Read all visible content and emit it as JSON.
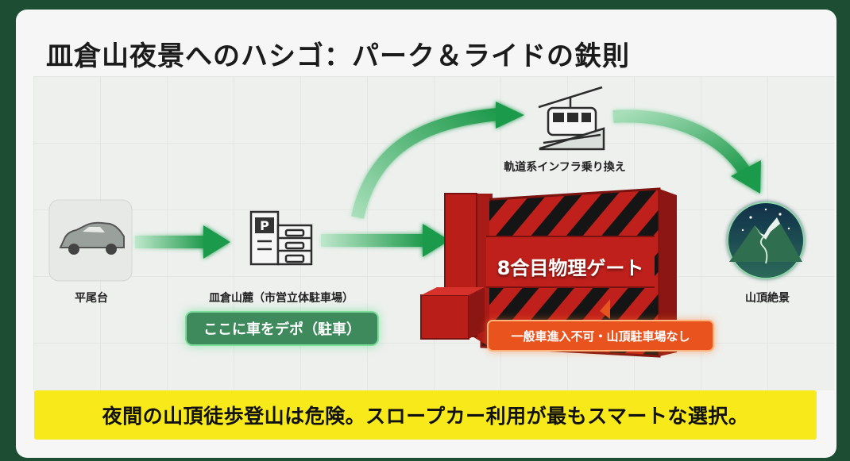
{
  "title": "皿倉山夜景へのハシゴ：パーク＆ライドの鉄則",
  "nodes": {
    "start": "平尾台",
    "parking": "皿倉山麓（市営立体駐車場）",
    "transit": "軌道系インフラ乗り換え",
    "summit": "山頂絶景"
  },
  "callouts": {
    "depot": "ここに車をデポ（駐車）",
    "warning": "一般車進入不可・山頂駐車場なし"
  },
  "gate": {
    "label": "8合目物理ゲート"
  },
  "banner": "夜間の山頂徒歩登山は危険。スロープカー利用が最もスマートな選択。",
  "icons": [
    "car-icon",
    "parking-garage-icon",
    "cable-car-icon",
    "mountain-night-icon"
  ],
  "colors": {
    "arrow_green": "#2fa85a",
    "gate_red": "#c0201b",
    "warning_orange": "#e8531e",
    "banner_yellow": "#f7e91a",
    "frame_green": "#1d4d33"
  }
}
